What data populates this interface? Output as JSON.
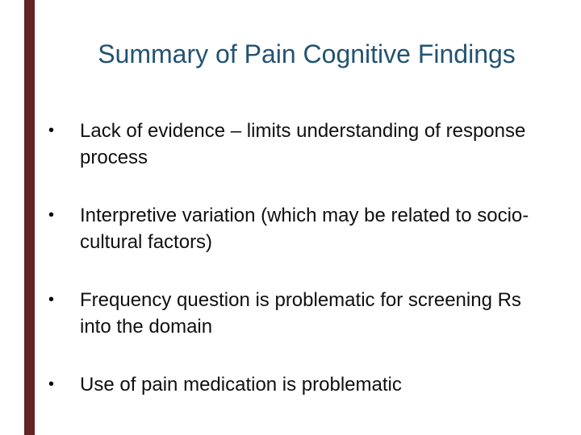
{
  "slide": {
    "title": "Summary of Pain Cognitive Findings",
    "colors": {
      "title_text": "#235373",
      "accent_bar": "#632423",
      "body_text": "#101010",
      "background": "#ffffff"
    },
    "bullet_char": "•",
    "bullets": [
      {
        "lines": [
          "Lack of evidence – limits understanding of response",
          "process"
        ]
      },
      {
        "lines": [
          "Interpretive variation (which may be related to socio-",
          "cultural factors)"
        ]
      },
      {
        "lines": [
          "Frequency question is problematic for screening Rs",
          "into the domain"
        ]
      },
      {
        "lines": [
          "Use of pain medication is problematic"
        ]
      }
    ]
  }
}
